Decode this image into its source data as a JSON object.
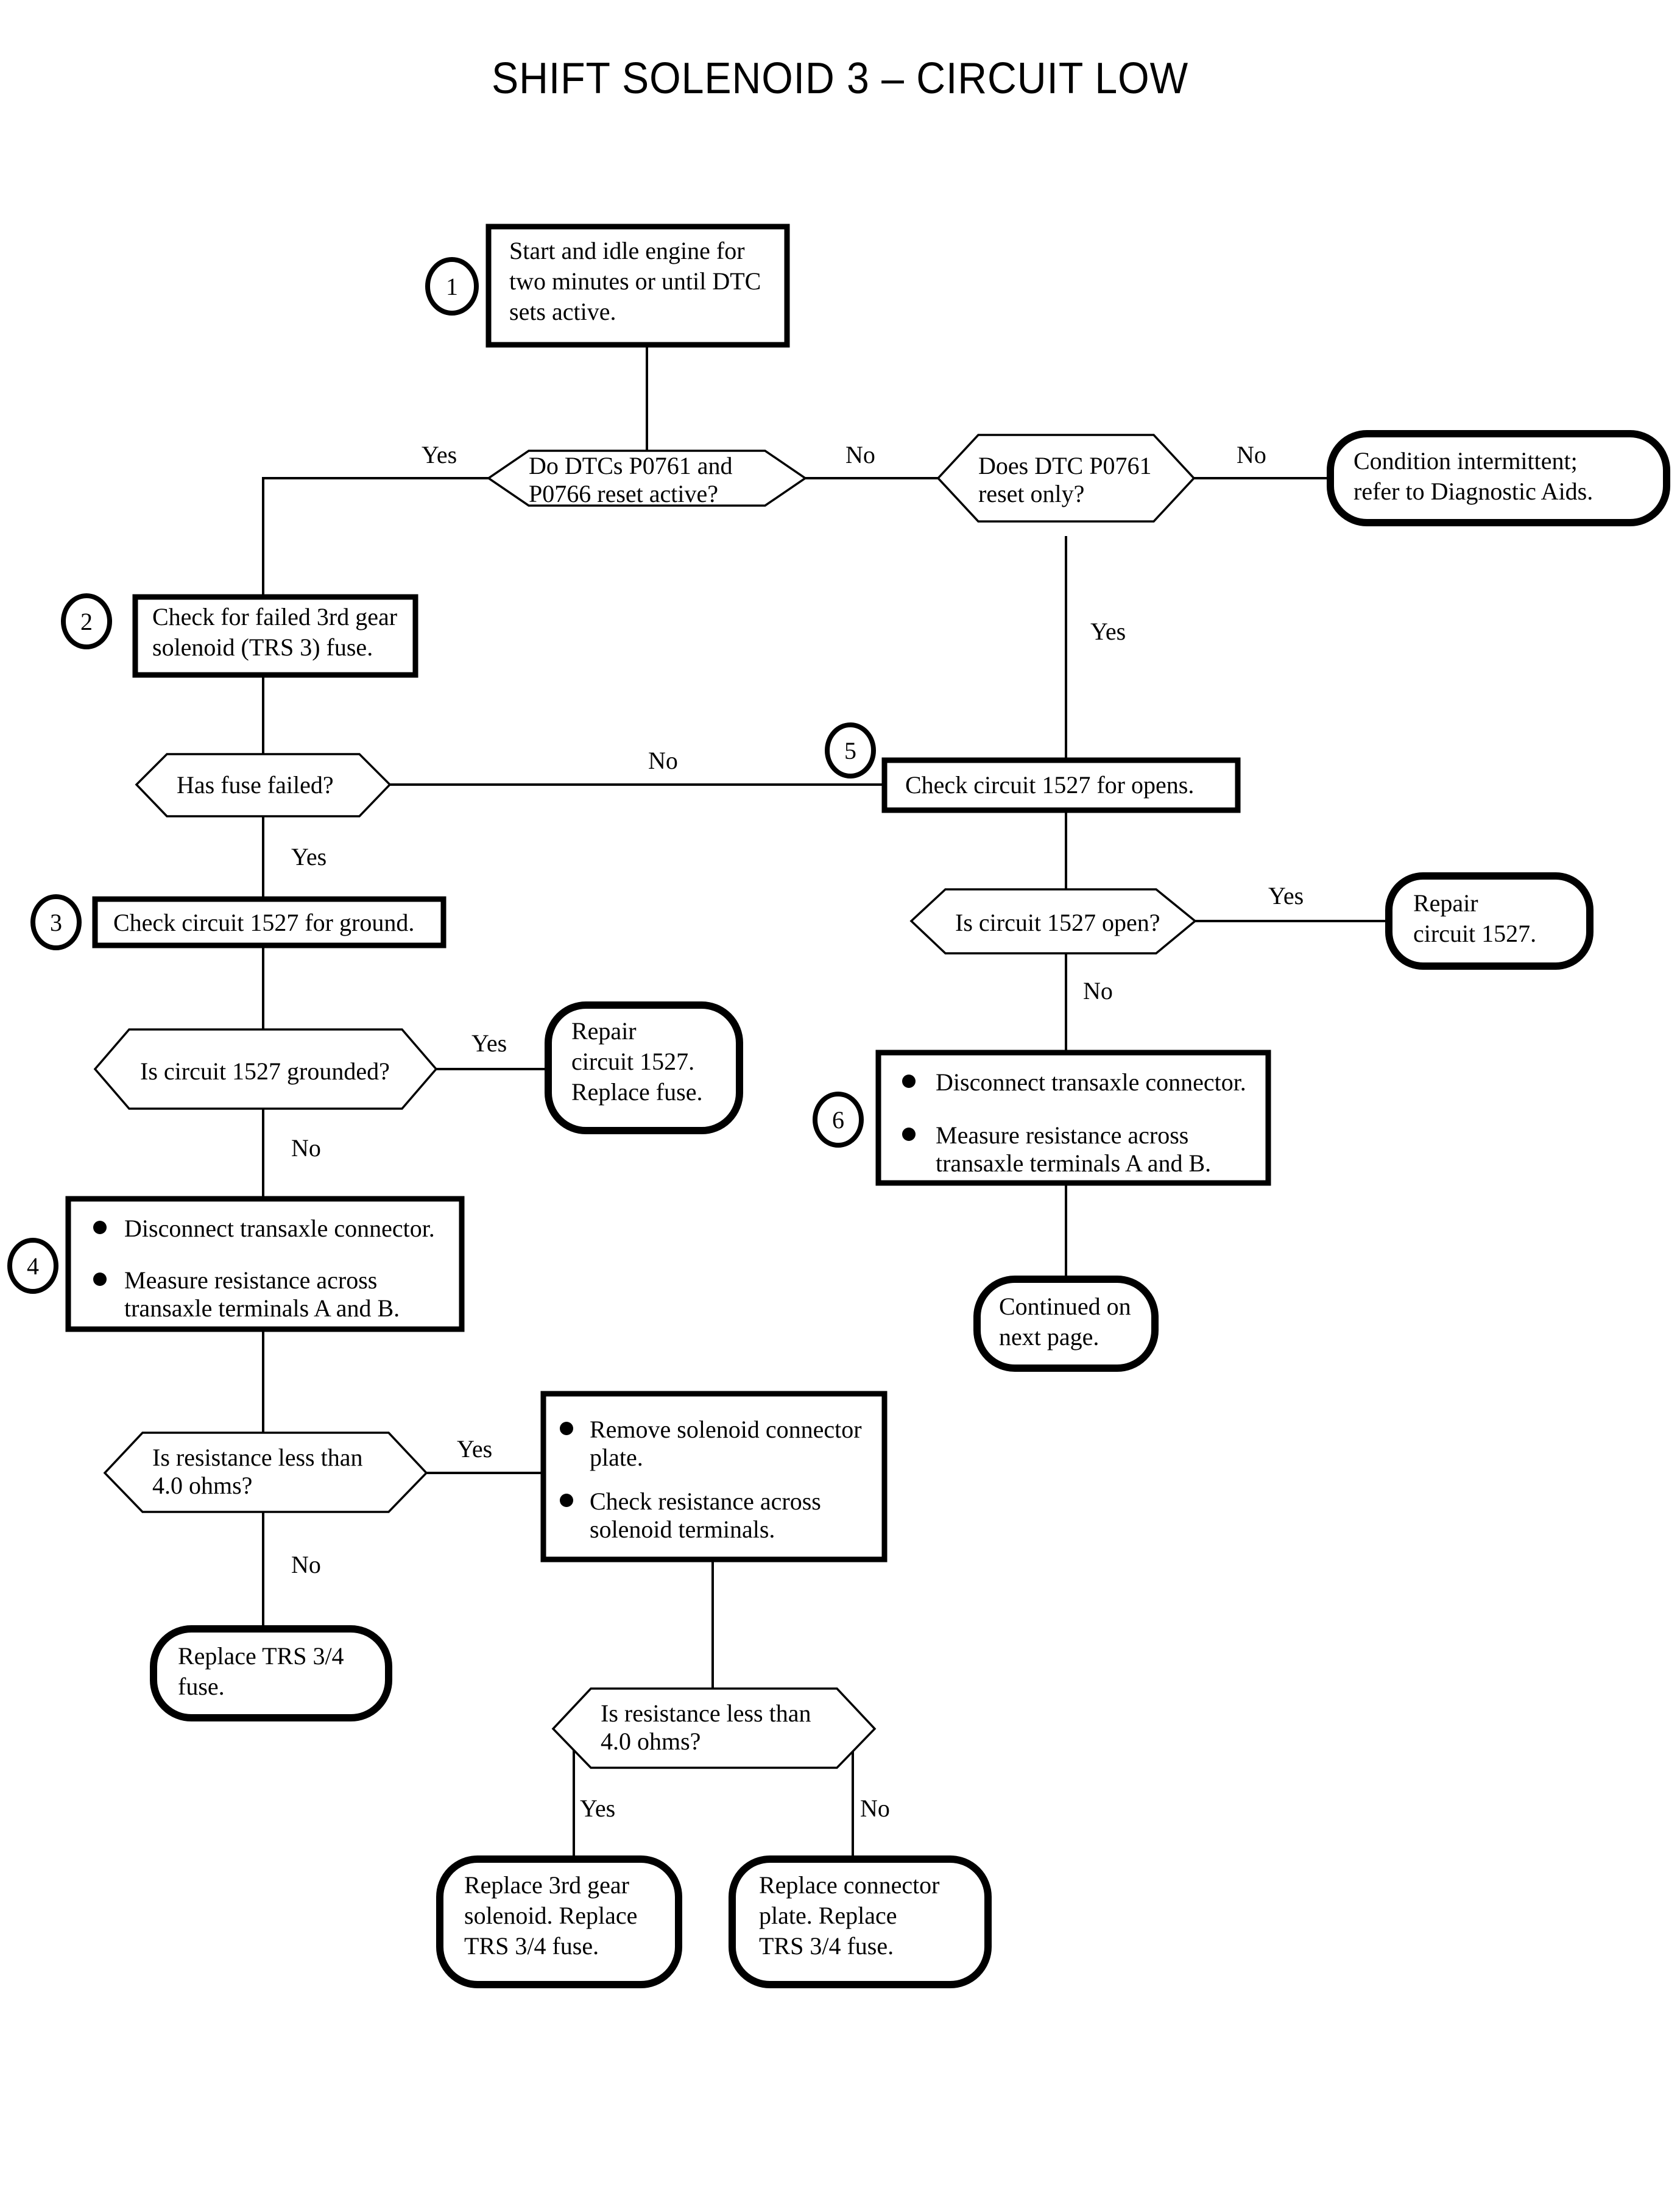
{
  "title": "SHIFT SOLENOID 3 – CIRCUIT LOW",
  "chart_data": {
    "type": "diagram",
    "diagram_kind": "flowchart",
    "title": "SHIFT SOLENOID 3 – CIRCUIT LOW",
    "orientation": "top-down",
    "nodes": [
      {
        "id": "n1",
        "step": "1",
        "shape": "process",
        "text": "Start and idle engine for two minutes or until DTC sets active."
      },
      {
        "id": "d1",
        "shape": "decision",
        "text": "Do DTCs P0761 and P0766 reset active?"
      },
      {
        "id": "d2",
        "shape": "decision",
        "text": "Does DTC P0761 reset only?"
      },
      {
        "id": "t1",
        "shape": "terminal",
        "text": "Condition intermittent; refer to Diagnostic Aids."
      },
      {
        "id": "n2",
        "step": "2",
        "shape": "process",
        "text": "Check for failed 3rd gear solenoid (TRS 3) fuse."
      },
      {
        "id": "d3",
        "shape": "decision",
        "text": "Has fuse failed?"
      },
      {
        "id": "n5",
        "step": "5",
        "shape": "process",
        "text": "Check circuit 1527 for opens."
      },
      {
        "id": "n3",
        "step": "3",
        "shape": "process",
        "text": "Check circuit 1527 for ground."
      },
      {
        "id": "d4",
        "shape": "decision",
        "text": "Is circuit 1527 open?"
      },
      {
        "id": "t2",
        "shape": "terminal",
        "text": "Repair circuit 1527."
      },
      {
        "id": "d5",
        "shape": "decision",
        "text": "Is circuit 1527 grounded?"
      },
      {
        "id": "t3",
        "shape": "terminal",
        "text": "Repair circuit 1527. Replace fuse."
      },
      {
        "id": "n6",
        "step": "6",
        "shape": "process-bullets",
        "bullets": [
          "Disconnect transaxle connector.",
          "Measure resistance across transaxle terminals A and B."
        ]
      },
      {
        "id": "n4",
        "step": "4",
        "shape": "process-bullets",
        "bullets": [
          "Disconnect transaxle connector.",
          "Measure resistance across transaxle terminals A and B."
        ]
      },
      {
        "id": "t4",
        "shape": "terminal",
        "text": "Continued on next page."
      },
      {
        "id": "d6",
        "shape": "decision",
        "text": "Is resistance less than 4.0 ohms?"
      },
      {
        "id": "n7",
        "shape": "process-bullets",
        "bullets": [
          "Remove solenoid connector plate.",
          "Check resistance across solenoid terminals."
        ]
      },
      {
        "id": "t5",
        "shape": "terminal",
        "text": "Replace TRS 3/4 fuse."
      },
      {
        "id": "d7",
        "shape": "decision",
        "text": "Is resistance less than 4.0 ohms?"
      },
      {
        "id": "t6",
        "shape": "terminal",
        "text": "Replace 3rd gear solenoid. Replace TRS 3/4 fuse."
      },
      {
        "id": "t7",
        "shape": "terminal",
        "text": "Replace connector plate. Replace TRS 3/4 fuse."
      }
    ],
    "edges": [
      {
        "from": "n1",
        "to": "d1",
        "label": ""
      },
      {
        "from": "d1",
        "to": "n2",
        "label": "Yes"
      },
      {
        "from": "d1",
        "to": "d2",
        "label": "No"
      },
      {
        "from": "d2",
        "to": "t1",
        "label": "No"
      },
      {
        "from": "d2",
        "to": "n5",
        "label": "Yes"
      },
      {
        "from": "n2",
        "to": "d3",
        "label": ""
      },
      {
        "from": "d3",
        "to": "n5",
        "label": "No"
      },
      {
        "from": "d3",
        "to": "n3",
        "label": "Yes"
      },
      {
        "from": "n5",
        "to": "d4",
        "label": ""
      },
      {
        "from": "d4",
        "to": "t2",
        "label": "Yes"
      },
      {
        "from": "d4",
        "to": "n6",
        "label": "No"
      },
      {
        "from": "n3",
        "to": "d5",
        "label": ""
      },
      {
        "from": "d5",
        "to": "t3",
        "label": "Yes"
      },
      {
        "from": "d5",
        "to": "n4",
        "label": "No"
      },
      {
        "from": "n6",
        "to": "t4",
        "label": ""
      },
      {
        "from": "n4",
        "to": "d6",
        "label": ""
      },
      {
        "from": "d6",
        "to": "n7",
        "label": "Yes"
      },
      {
        "from": "d6",
        "to": "t5",
        "label": "No"
      },
      {
        "from": "n7",
        "to": "d7",
        "label": ""
      },
      {
        "from": "d7",
        "to": "t6",
        "label": "Yes"
      },
      {
        "from": "d7",
        "to": "t7",
        "label": "No"
      }
    ]
  },
  "nodes": {
    "n1": {
      "step": "1",
      "l1": "Start and idle engine for",
      "l2": "two minutes or until DTC",
      "l3": "sets active."
    },
    "d1": {
      "l1": "Do DTCs P0761 and",
      "l2": "P0766 reset active?"
    },
    "d2": {
      "l1": "Does DTC P0761",
      "l2": "reset only?"
    },
    "t1": {
      "l1": "Condition intermittent;",
      "l2": "refer to Diagnostic Aids."
    },
    "n2": {
      "step": "2",
      "l1": "Check for failed 3rd gear",
      "l2": "solenoid (TRS 3) fuse."
    },
    "d3": {
      "l1": "Has fuse failed?"
    },
    "n5": {
      "step": "5",
      "l1": "Check circuit 1527 for opens."
    },
    "n3": {
      "step": "3",
      "l1": "Check circuit 1527 for ground."
    },
    "d4": {
      "l1": "Is circuit 1527 open?"
    },
    "t2": {
      "l1": "Repair",
      "l2": "circuit 1527."
    },
    "d5": {
      "l1": "Is circuit 1527 grounded?"
    },
    "t3": {
      "l1": "Repair",
      "l2": "circuit 1527.",
      "l3": "Replace fuse."
    },
    "n6": {
      "step": "6",
      "b1": "Disconnect transaxle connector.",
      "b2l1": "Measure resistance across",
      "b2l2": "transaxle terminals A and B."
    },
    "n4": {
      "step": "4",
      "b1": "Disconnect transaxle connector.",
      "b2l1": "Measure resistance across",
      "b2l2": "transaxle terminals A and B."
    },
    "t4": {
      "l1": "Continued on",
      "l2": "next page."
    },
    "d6": {
      "l1": "Is resistance less than",
      "l2": "4.0 ohms?"
    },
    "n7": {
      "b1l1": "Remove solenoid connector",
      "b1l2": "plate.",
      "b2l1": "Check resistance across",
      "b2l2": "solenoid terminals."
    },
    "t5": {
      "l1": "Replace TRS 3/4",
      "l2": "fuse."
    },
    "d7": {
      "l1": "Is resistance less than",
      "l2": "4.0 ohms?"
    },
    "t6": {
      "l1": "Replace 3rd gear",
      "l2": "solenoid. Replace",
      "l3": "TRS 3/4 fuse."
    },
    "t7": {
      "l1": "Replace connector",
      "l2": "plate. Replace",
      "l3": "TRS 3/4 fuse."
    }
  },
  "labels": {
    "yes1": "Yes",
    "no1": "No",
    "no2": "No",
    "yes2": "Yes",
    "no3": "No",
    "yes3": "Yes",
    "yes4": "Yes",
    "no4": "No",
    "yes5": "Yes",
    "no5": "No",
    "yes6": "Yes",
    "no6": "No",
    "yes7": "Yes",
    "no7": "No"
  },
  "colors": {
    "ink": "#000000",
    "paper": "#ffffff"
  }
}
